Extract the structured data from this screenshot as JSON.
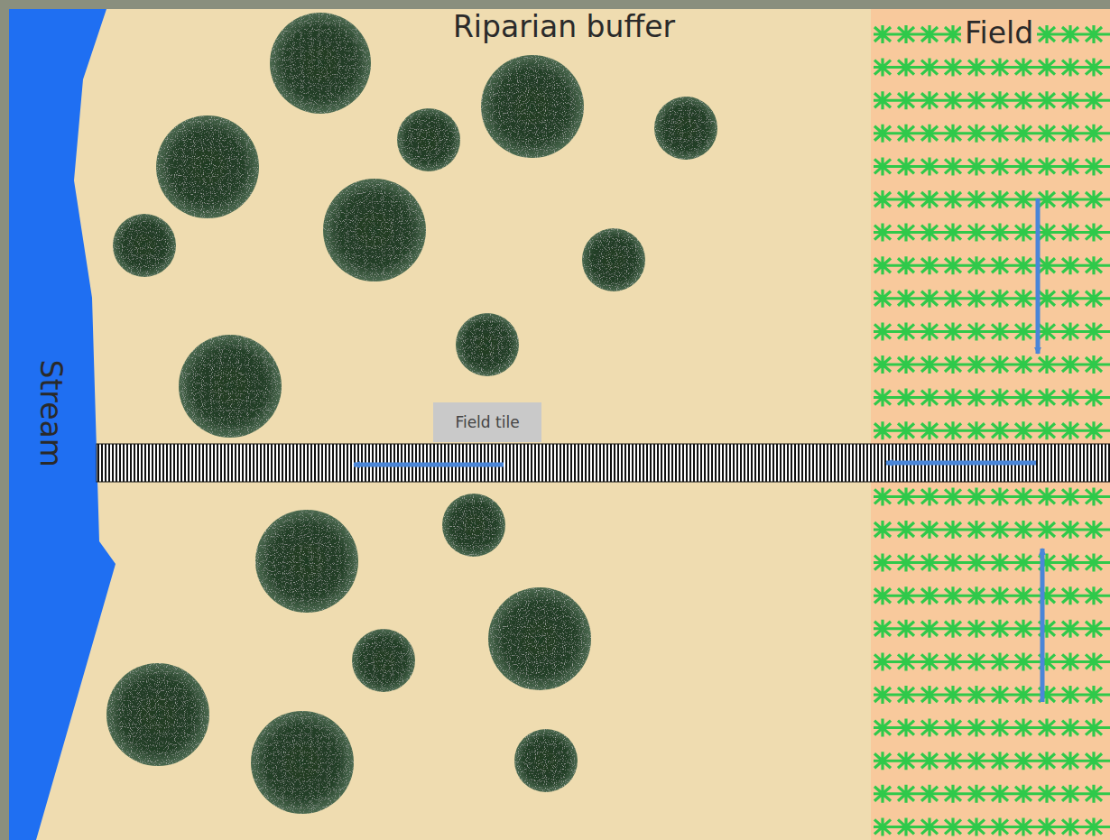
{
  "diagram": {
    "nodes": [
      {
        "text": [
          "Field tile"
        ]
      }
    ],
    "labels": [
      "Riparian buffer",
      "Field",
      "Stream"
    ]
  }
}
